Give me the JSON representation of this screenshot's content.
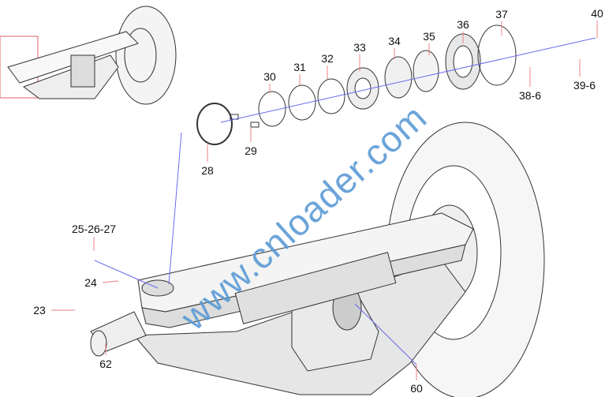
{
  "watermark": "www.cnloader.com",
  "colors": {
    "leader": "#f08080",
    "axis": "#6a6af0",
    "watermark": "#5b9bd5",
    "inset_frame": "#e06060"
  },
  "labels": {
    "p40": "40",
    "p37": "37",
    "p36": "36",
    "p35": "35",
    "p34": "34",
    "p33": "33",
    "p32": "32",
    "p31": "31",
    "p30": "30",
    "p29": "29",
    "p28": "28",
    "p38_6": "38-6",
    "p39_6": "39-6",
    "p25_26_27": "25-26-27",
    "p24": "24",
    "p23": "23",
    "p62": "62",
    "p60": "60"
  }
}
